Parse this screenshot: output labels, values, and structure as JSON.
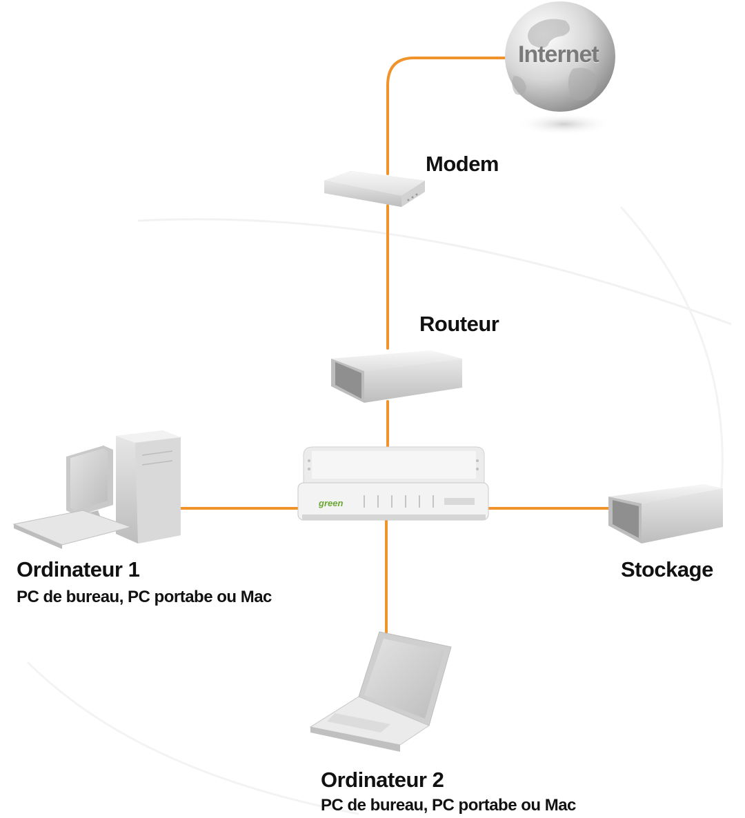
{
  "colors": {
    "cable": "#f0932b",
    "device": "#e6e6e6",
    "device_shadow": "#9a9a9a",
    "text": "#111111"
  },
  "nodes": {
    "internet": {
      "label": "Internet",
      "icon": "globe-icon"
    },
    "modem": {
      "label": "Modem",
      "icon": "modem-icon"
    },
    "router": {
      "label": "Routeur",
      "icon": "router-icon"
    },
    "switch": {
      "icon": "switch-icon",
      "badge": "green"
    },
    "computer1": {
      "title": "Ordinateur 1",
      "subtitle": "PC de bureau, PC portabe ou Mac",
      "icon": "desktop-computer-icon"
    },
    "computer2": {
      "title": "Ordinateur 2",
      "subtitle": "PC de bureau, PC portabe ou Mac",
      "icon": "laptop-icon"
    },
    "storage": {
      "label": "Stockage",
      "icon": "storage-icon"
    }
  }
}
